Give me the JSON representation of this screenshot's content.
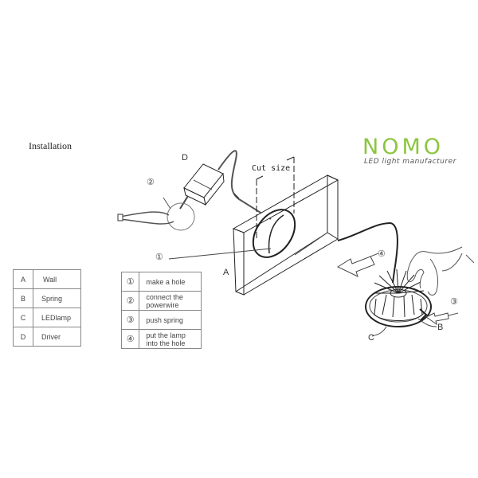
{
  "title": "Installation",
  "logo": {
    "name": "NOMO",
    "tagline": "LED light  manufacturer",
    "color": "#8cc63f"
  },
  "parts_legend": [
    {
      "key": "A",
      "label": "Wall"
    },
    {
      "key": "B",
      "label": "Spring"
    },
    {
      "key": "C",
      "label": "LEDlamp"
    },
    {
      "key": "D",
      "label": "Driver"
    }
  ],
  "steps_legend": [
    {
      "key": "①",
      "label": "make a hole"
    },
    {
      "key": "②",
      "label": "connect the powerwire"
    },
    {
      "key": "③",
      "label": "push spring"
    },
    {
      "key": "④",
      "label": "put the  lamp into the  hole"
    }
  ],
  "diagram": {
    "cut_size_label": "Cut size",
    "labels": {
      "A": "A",
      "B": "B",
      "C": "C",
      "D": "D"
    },
    "step_markers": {
      "1": "①",
      "2": "②",
      "3": "③",
      "4": "④"
    }
  }
}
